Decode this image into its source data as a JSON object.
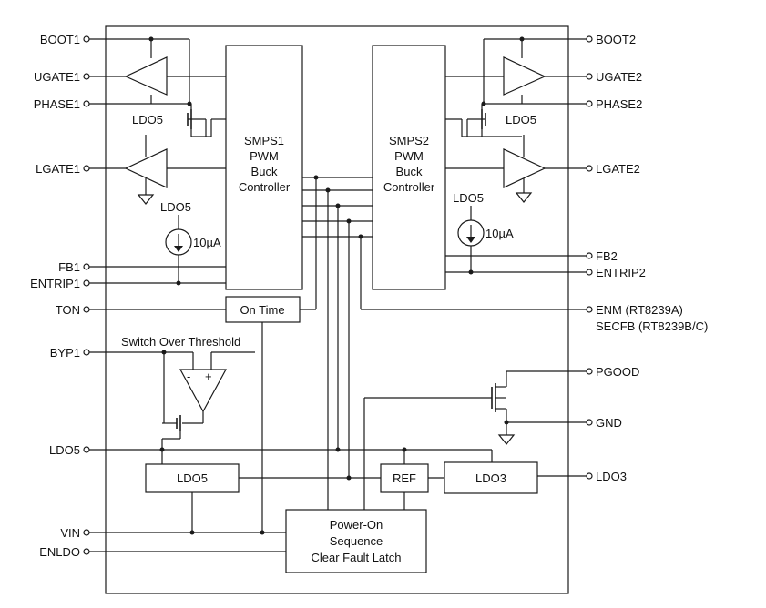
{
  "colors": {
    "line": "#1a1a1a",
    "background": "#ffffff"
  },
  "pins_left": {
    "boot1": "BOOT1",
    "ugate1": "UGATE1",
    "phase1": "PHASE1",
    "lgate1": "LGATE1",
    "fb1": "FB1",
    "entrip1": "ENTRIP1",
    "ton": "TON",
    "byp1": "BYP1",
    "ldo5": "LDO5",
    "vin": "VIN",
    "enldo": "ENLDO"
  },
  "pins_right": {
    "boot2": "BOOT2",
    "ugate2": "UGATE2",
    "phase2": "PHASE2",
    "lgate2": "LGATE2",
    "fb2": "FB2",
    "entrip2": "ENTRIP2",
    "enm": "ENM (RT8239A)",
    "secfb": "SECFB (RT8239B/C)",
    "pgood": "PGOOD",
    "gnd": "GND",
    "ldo3": "LDO3"
  },
  "blocks": {
    "smps1": [
      "SMPS1",
      "PWM",
      "Buck",
      "Controller"
    ],
    "smps2": [
      "SMPS2",
      "PWM",
      "Buck",
      "Controller"
    ],
    "on_time": "On Time",
    "ldo5": "LDO5",
    "ref": "REF",
    "ldo3": "LDO3",
    "power_on": [
      "Power-On",
      "Sequence",
      "Clear Fault Latch"
    ]
  },
  "labels": {
    "ldo5_upper_left": "LDO5",
    "ldo5_upper_right": "LDO5",
    "ldo5_src1": "LDO5",
    "ldo5_src2": "LDO5",
    "current1": "10µA",
    "current2": "10µA",
    "switch_over": "Switch Over Threshold",
    "minus": "-",
    "plus": "+"
  }
}
